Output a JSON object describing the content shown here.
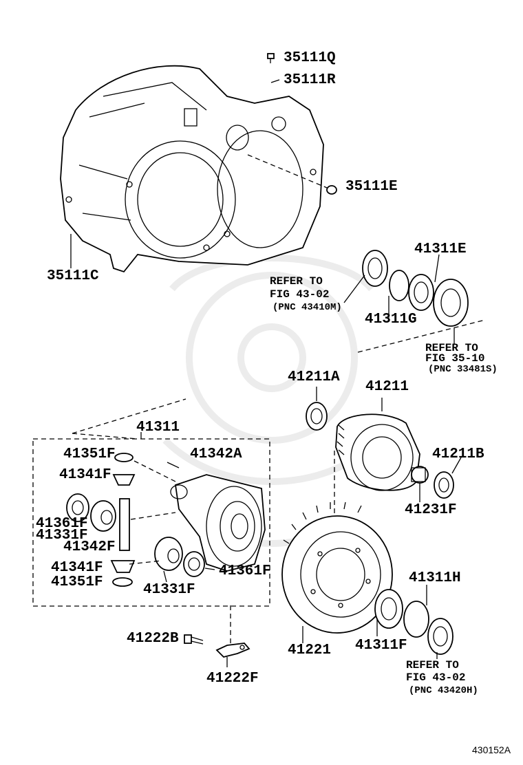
{
  "labels": {
    "p35111Q": "35111Q",
    "p35111R": "35111R",
    "p35111E": "35111E",
    "p35111C": "35111C",
    "p41311E": "41311E",
    "p41311G": "41311G",
    "p41211A": "41211A",
    "p41211": "41211",
    "p41211B": "41211B",
    "p41231F": "41231F",
    "p41311": "41311",
    "p41351F_top": "41351F",
    "p41342A": "41342A",
    "p41341F_top": "41341F",
    "p41361F_left": "41361F",
    "p41331F_left": "41331F",
    "p41342F": "41342F",
    "p41341F_bot": "41341F",
    "p41351F_bot": "41351F",
    "p41331F_bot": "41331F",
    "p41361F_right": "41361F",
    "p41221": "41221",
    "p41311F": "41311F",
    "p41311H": "41311H",
    "p41222B": "41222B",
    "p41222F": "41222F"
  },
  "references": {
    "ref1": {
      "line1": "REFER TO",
      "line2": "FIG 43-02",
      "line3": "(PNC 43410M)"
    },
    "ref2": {
      "line1": "REFER TO",
      "line2": "FIG 35-10",
      "line3": "(PNC 33481S)"
    },
    "ref3": {
      "line1": "REFER TO",
      "line2": "FIG 43-02",
      "line3": "(PNC 43420H)"
    }
  },
  "figure_number": "430152A"
}
